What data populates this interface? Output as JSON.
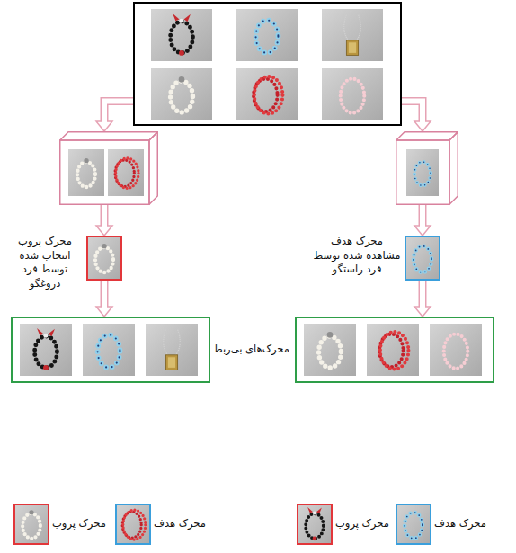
{
  "diagram": {
    "nodes": [
      {
        "text": []
      },
      {
        "text": []
      },
      {
        "text": []
      },
      {
        "text": [
          "محرک پروب",
          "انتخاب شده توسط فرد دروغگو"
        ]
      },
      {
        "text": [
          "محرک هدف",
          "مشاهده شده توسط فرد راستگو"
        ]
      },
      {
        "text": [
          "محرک‌های بی‌ربط"
        ]
      },
      {
        "text": []
      },
      {
        "text": [
          "محرک پروب"
        ]
      },
      {
        "text": [
          "محرک هدف"
        ]
      },
      {
        "text": [
          "محرک پروب"
        ]
      },
      {
        "text": [
          "محرک هدف"
        ]
      }
    ],
    "edges": [
      {
        "from": 0,
        "to": 1,
        "arrow": "to"
      },
      {
        "from": 0,
        "to": 2,
        "arrow": "to"
      },
      {
        "from": 1,
        "to": 3,
        "arrow": "to"
      },
      {
        "from": 2,
        "to": 4,
        "arrow": "to"
      },
      {
        "from": 3,
        "to": 5,
        "arrow": "to"
      },
      {
        "from": 4,
        "to": 6,
        "arrow": "to"
      }
    ]
  }
}
